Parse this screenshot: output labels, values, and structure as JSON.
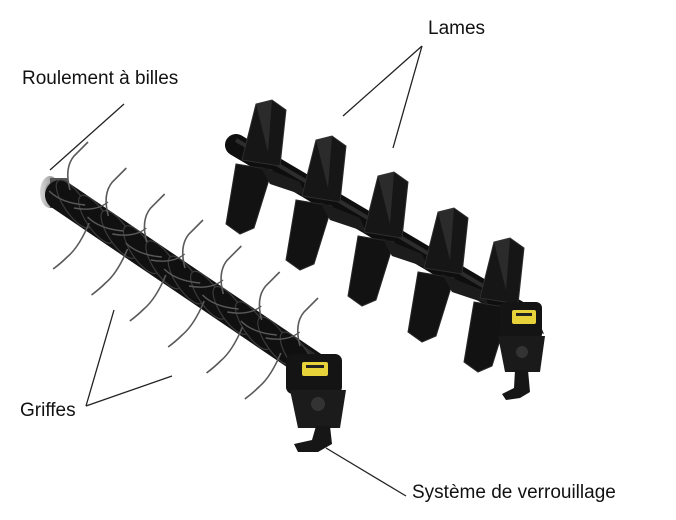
{
  "labels": {
    "lames": "Lames",
    "roulement": "Roulement à billes",
    "griffes": "Griffes",
    "systeme": "Système de verrouillage"
  },
  "colors": {
    "background": "#ffffff",
    "metal": "#1b1b1b",
    "highlight": "#3a3a3a",
    "label_yellow": "#e8d23a",
    "leader_line": "#222222"
  }
}
